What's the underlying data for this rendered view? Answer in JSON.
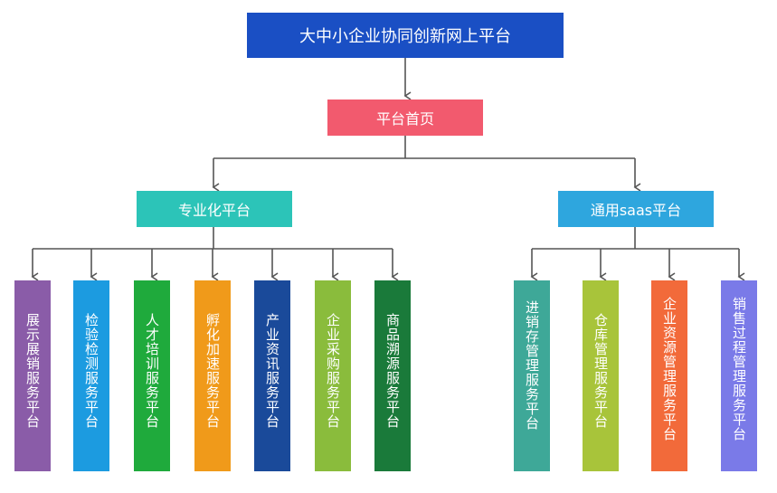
{
  "root": {
    "label": "大中小企业协同创新网上平台",
    "color": "#1a4fc4"
  },
  "home": {
    "label": "平台首页",
    "color": "#f25a6e"
  },
  "branches": [
    {
      "label": "专业化平台",
      "color": "#2cc4b8"
    },
    {
      "label": "通用saas平台",
      "color": "#2ea6de"
    }
  ],
  "leaves_left": [
    {
      "label": "展示展销服务平台",
      "color": "#8a5ca8"
    },
    {
      "label": "检验检测服务平台",
      "color": "#1c9be0"
    },
    {
      "label": "人才培训服务平台",
      "color": "#1faa3c"
    },
    {
      "label": "孵化加速服务平台",
      "color": "#f09a1a"
    },
    {
      "label": "产业资讯服务平台",
      "color": "#1a4a9a"
    },
    {
      "label": "企业采购服务平台",
      "color": "#8abc3c"
    },
    {
      "label": "商品溯源服务平台",
      "color": "#1a7a3a"
    }
  ],
  "leaves_right": [
    {
      "label": "进销存管理服务平台",
      "color": "#3ea898"
    },
    {
      "label": "仓库管理服务平台",
      "color": "#a8c43a"
    },
    {
      "label": "企业资源管理服务平台",
      "color": "#f26a3a"
    },
    {
      "label": "销售过程管理服务平台",
      "color": "#7a7ae8"
    }
  ]
}
